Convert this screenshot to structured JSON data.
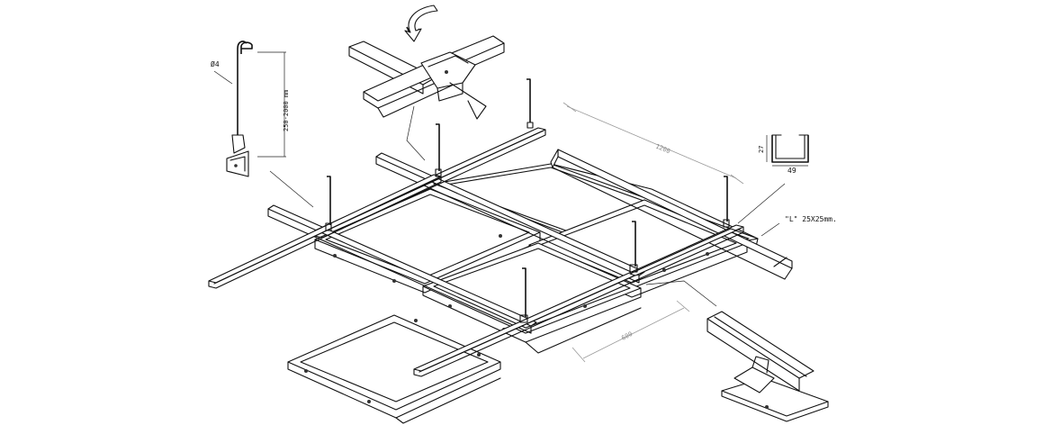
{
  "labels": {
    "rod_diameter": "Ø4",
    "hanger_length": "250-2000 mm",
    "span_long": "1200",
    "span_short": "600",
    "profile_height": "27",
    "profile_width": "49",
    "angle_profile": "\"L\" 25X25mm."
  },
  "colors": {
    "line": "#111111",
    "dimension": "#9a9a9a",
    "background": "#ffffff"
  },
  "icons": {
    "arrow": "curved-arrow-icon"
  }
}
